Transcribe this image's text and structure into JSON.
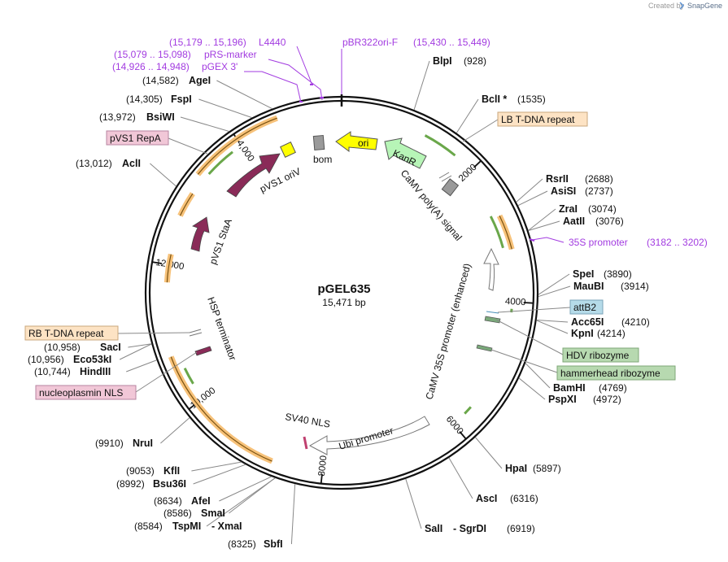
{
  "branding": {
    "created_by": "Created by",
    "app": "SnapGene"
  },
  "plasmid": {
    "name": "pGEL635",
    "length": "15,471 bp",
    "length_bp": 15471
  },
  "ticks": [
    {
      "label": "2000",
      "bp": 2000
    },
    {
      "label": "4000",
      "bp": 4000
    },
    {
      "label": "6000",
      "bp": 6000
    },
    {
      "label": "8000",
      "bp": 8000
    },
    {
      "label": "10,000",
      "bp": 10000
    },
    {
      "label": "12,000",
      "bp": 12000
    },
    {
      "label": "14,000",
      "bp": 14000
    }
  ],
  "sites": [
    {
      "name": "BlpI",
      "pos": "(928)",
      "bp": 928
    },
    {
      "name": "BclI *",
      "pos": "(1535)",
      "bp": 1535
    },
    {
      "name": "RsrII",
      "pos": "(2688)",
      "bp": 2688
    },
    {
      "name": "AsiSI",
      "pos": "(2737)",
      "bp": 2737
    },
    {
      "name": "ZraI",
      "pos": "(3074)",
      "bp": 3074
    },
    {
      "name": "AatII",
      "pos": "(3076)",
      "bp": 3076
    },
    {
      "name": "SpeI",
      "pos": "(3890)",
      "bp": 3890
    },
    {
      "name": "MauBI",
      "pos": "(3914)",
      "bp": 3914
    },
    {
      "name": "Acc65I",
      "pos": "(4210)",
      "bp": 4210
    },
    {
      "name": "KpnI",
      "pos": "(4214)",
      "bp": 4214
    },
    {
      "name": "BamHI",
      "pos": "(4769)",
      "bp": 4769
    },
    {
      "name": "PspXI",
      "pos": "(4972)",
      "bp": 4972
    },
    {
      "name": "HpaI",
      "pos": "(5897)",
      "bp": 5897
    },
    {
      "name": "AscI",
      "pos": "(6316)",
      "bp": 6316
    },
    {
      "name": "SalI",
      "pos": "",
      "bp": 6919
    },
    {
      "name": "- SgrDI",
      "pos": "(6919)",
      "bp": 6919
    },
    {
      "name": "SbfI",
      "pos": "(8325)",
      "bp": 8325
    },
    {
      "name": "TspMI",
      "pos": "(8584)",
      "bp": 8584
    },
    {
      "name": "- XmaI",
      "pos": "",
      "bp": 8584
    },
    {
      "name": "SmaI",
      "pos": "(8586)",
      "bp": 8586
    },
    {
      "name": "AfeI",
      "pos": "(8634)",
      "bp": 8634
    },
    {
      "name": "Bsu36I",
      "pos": "(8992)",
      "bp": 8992
    },
    {
      "name": "KflI",
      "pos": "(9053)",
      "bp": 9053
    },
    {
      "name": "NruI",
      "pos": "(9910)",
      "bp": 9910
    },
    {
      "name": "HindIII",
      "pos": "(10,744)",
      "bp": 10744
    },
    {
      "name": "Eco53kI",
      "pos": "(10,956)",
      "bp": 10956
    },
    {
      "name": "SacI",
      "pos": "(10,958)",
      "bp": 10958
    },
    {
      "name": "AclI",
      "pos": "(13,012)",
      "bp": 13012
    },
    {
      "name": "BsiWI",
      "pos": "(13,972)",
      "bp": 13972
    },
    {
      "name": "FspI",
      "pos": "(14,305)",
      "bp": 14305
    },
    {
      "name": "AgeI",
      "pos": "(14,582)",
      "bp": 14582
    }
  ],
  "primers": [
    {
      "name": "L4440",
      "pos": "(15,179 .. 15,196)"
    },
    {
      "name": "pRS-marker",
      "pos": "(15,079 .. 15,098)"
    },
    {
      "name": "pGEX 3'",
      "pos": "(14,926 .. 14,948)"
    },
    {
      "name": "pBR322ori-F",
      "pos": "(15,430 .. 15,449)"
    },
    {
      "name": "35S promoter",
      "pos": "(3182 .. 3202)"
    }
  ],
  "boxed_features": [
    {
      "name": "LB T-DNA repeat",
      "color": "#fde3c4"
    },
    {
      "name": "pVS1 RepA",
      "color": "#f1c7d7"
    },
    {
      "name": "attB2",
      "color": "#b5dbe9"
    },
    {
      "name": "HDV ribozyme",
      "color": "#b7d9b0"
    },
    {
      "name": "hammerhead ribozyme",
      "color": "#b7d9b0"
    },
    {
      "name": "RB T-DNA repeat",
      "color": "#fde3c4"
    },
    {
      "name": "nucleoplasmin NLS",
      "color": "#f1c7d7"
    }
  ],
  "inner_features": [
    {
      "name": "ori"
    },
    {
      "name": "KanR"
    },
    {
      "name": "bom"
    },
    {
      "name": "pVS1 oriV"
    },
    {
      "name": "pVS1 StaA"
    },
    {
      "name": "CaMV poly(A) signal"
    },
    {
      "name": "CaMV 35S promoter (enhanced)"
    },
    {
      "name": "HSP terminator"
    },
    {
      "name": "SV40 NLS"
    },
    {
      "name": "Ubi promoter"
    }
  ],
  "colors": {
    "backbone": "#111111",
    "orf_fill": "#f7c27a",
    "orf_stroke": "#c98a2a",
    "orf_arrow": "#7a5210",
    "green_line": "#6aa74a",
    "maroon": "#8a2b58",
    "ori_yellow": "#ffff00",
    "kanr": "#b7f5b7",
    "bom_grey": "#9a9a9a",
    "primer": "#a23be0"
  }
}
